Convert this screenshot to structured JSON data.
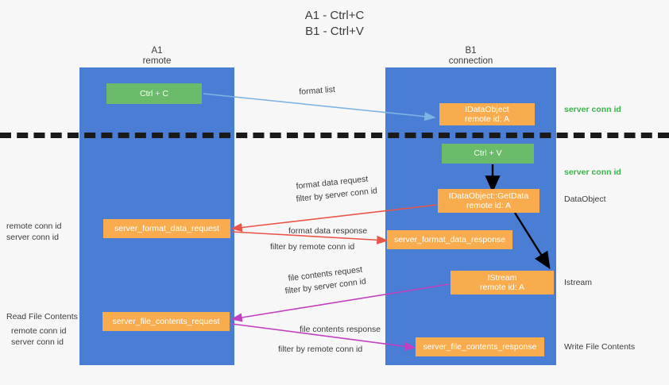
{
  "title": {
    "line1": "A1 - Ctrl+C",
    "line2": "B1 - Ctrl+V"
  },
  "lanes": [
    {
      "name": "A1",
      "subtitle": "remote"
    },
    {
      "name": "B1",
      "subtitle": "connection"
    }
  ],
  "boxes": {
    "ctrl_c": {
      "line1": "Ctrl + C",
      "line2": "",
      "color": "#6abb6a"
    },
    "idataobject": {
      "line1": "IDataObject",
      "line2": "remote id: A",
      "color": "#f9ac4e"
    },
    "ctrl_v": {
      "line1": "Ctrl + V",
      "line2": "",
      "color": "#6abb6a"
    },
    "getdata": {
      "line1": "IDataObject::GetData",
      "line2": "remote id: A",
      "color": "#f9ac4e"
    },
    "server_format_data_request": {
      "line1": "server_format_data_request",
      "line2": "",
      "color": "#f9ac4e"
    },
    "server_format_data_response": {
      "line1": "server_format_data_response",
      "line2": "",
      "color": "#f9ac4e"
    },
    "istream": {
      "line1": "IStream",
      "line2": "remote id: A",
      "color": "#f9ac4e"
    },
    "server_file_contents_request": {
      "line1": "server_file_contents_request",
      "line2": "",
      "color": "#f9ac4e"
    },
    "server_file_contents_response": {
      "line1": "server_file_contents_response",
      "line2": "",
      "color": "#f9ac4e"
    }
  },
  "edges": {
    "format_list": "format list",
    "format_data_request": "format data request",
    "format_data_response": "format data response",
    "file_contents_request": "file contents request",
    "file_contents_response": "file contents response"
  },
  "filters": {
    "prefix": "filter by",
    "server_conn_id": "server conn id",
    "remote_conn_id": "remote conn id"
  },
  "right_labels": {
    "server_conn_id_top": "server conn id",
    "server_conn_id_mid": "server conn id",
    "dataobject": "DataObject",
    "istream": "Istream",
    "write_file_contents": "Write File Contents"
  },
  "left_labels": {
    "remote_conn_id_1": "remote conn id",
    "server_conn_id_1": "server conn id",
    "read_file_contents": "Read File Contents",
    "remote_conn_id_2": "remote conn id",
    "server_conn_id_2": "server conn id"
  },
  "colors": {
    "lane": "#4a7ed4",
    "green_box": "#6abb6a",
    "orange_box": "#f9ac4e",
    "green_text": "#3cb44b",
    "magenta_text": "#c549c5",
    "blue_arrow": "#7fb3e3",
    "red_arrow": "#e8564a",
    "magenta_arrow": "#c040c0",
    "black_arrow": "#000000",
    "background": "#f7f7f7"
  }
}
